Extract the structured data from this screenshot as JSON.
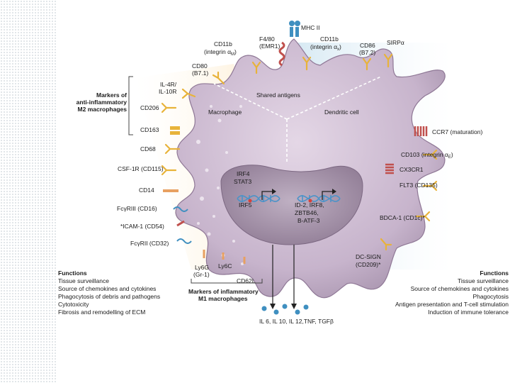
{
  "colors": {
    "cell": "#c9b7ce",
    "cell_edge": "#8f7896",
    "nucleus": "#a794ab",
    "left_panel": "#fbe8c8",
    "right_panel": "#d6e9f3",
    "receptor": "#e8b33a",
    "receptor_red": "#c0504d",
    "receptor_blue": "#3f8fc0",
    "dna": "#4b93c8"
  },
  "labels": {
    "mhc2": "MHC II",
    "f480": "F4/80",
    "emr1": "(EMR1)",
    "cd11b_left": "CD11b",
    "integrin_left": "(integrin α",
    "integrin_left_sub": "M",
    "cd11b_right": "CD11b",
    "integrin_right": "(integrin α",
    "integrin_right_sub": "x",
    "cd86": "CD86",
    "b72": "(B7.2)",
    "sirpa": "SIRPα",
    "cd80": "CD80",
    "b71": "(B7.1)",
    "il4r": "IL-4R/",
    "il10r": "IL-10R",
    "shared_antigens": "Shared antigens",
    "m2_title_1": "Markers of",
    "m2_title_2": "anti-inflammatory",
    "m2_title_3": "M2 macrophages",
    "cd206": "CD206",
    "cd163": "CD163",
    "macrophage": "Macrophage",
    "dendritic": "Dendritic cell",
    "ccr7": "CCR7 (maturation)",
    "cd68": "CD68",
    "cd103": "CD103 (integrin α",
    "cd103_sub": "E",
    "csf1r": "CSF-1R (CD115)",
    "cx3cr1": "CX3CR1",
    "irf4": "IRF4",
    "stat3": "STAT3",
    "flt3": "FLT3 (CD135)",
    "cd14": "CD14",
    "irf5": "IRF5",
    "id2": "ID-2, IRF8,",
    "zbtb46": "ZBTB46,",
    "batf3": "B-ATF-3",
    "fcgr3": "FcγRIII (CD16)",
    "bdca1": "BDCA-1 (CD1c)*",
    "icam1": "*ICAM-1 (CD54)",
    "fcgr2": "FcγRII (CD32)",
    "dcsign": "DC-SIGN",
    "cd209": "(CD209)*",
    "ly6g": "Ly6G",
    "gr1": "(Gr-1)",
    "ly6c": "Ly6C",
    "cd62l": "CD62L",
    "m1_title_1": "Markers of inflammatory",
    "m1_title_2": "M1 macrophages",
    "cytokines": "IL 6, IL 10, IL 12,TNF, TGFβ"
  },
  "functions_left": {
    "title": "Functions",
    "items": [
      "Tissue surveillance",
      "Source of chemokines and cytokines",
      "Phagocytosis of debris and pathogens",
      "Cytotoxicity",
      "Fibrosis and remodelling of ECM"
    ]
  },
  "functions_right": {
    "title": "Functions",
    "items": [
      "Tissue surveillance",
      "Source of chemokines and cytokines",
      "Phagocytosis",
      "Antigen presentation and T-cell stimulation",
      "Induction of immune tolerance"
    ]
  }
}
